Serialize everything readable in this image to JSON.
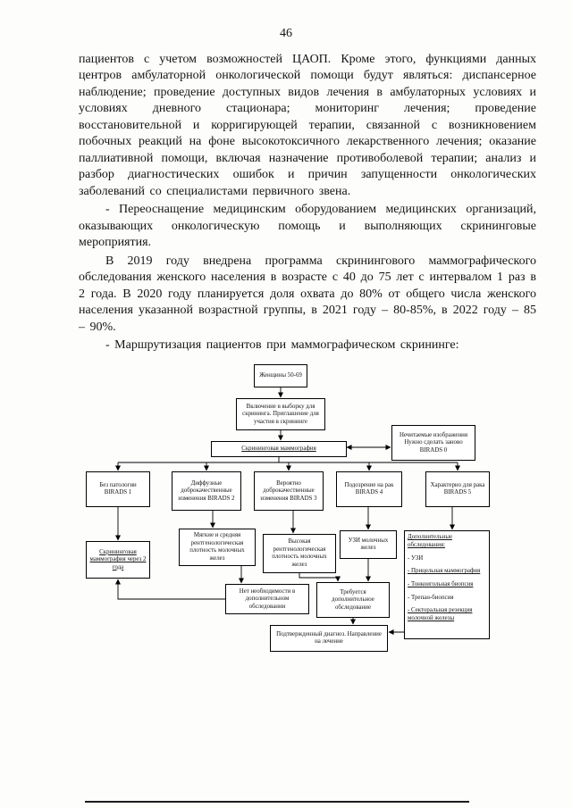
{
  "page": {
    "number": "46"
  },
  "body": {
    "para1": "пациентов с учетом возможностей ЦАОП. Кроме этого, функциями данных центров амбулаторной онкологической помощи будут являться: диспансерное наблюдение; проведение доступных видов лечения в амбулаторных условиях и условиях дневного стационара; мониторинг лечения; проведение восстановительной и корригирующей терапии, связанной с возникновением побочных реакций на фоне высокотоксичного лекарственного лечения; оказание паллиативной помощи, включая назначение противоболевой терапии; анализ и разбор диагностических ошибок и причин запущенности онкологических заболеваний со специалистами первичного звена.",
    "para2": "- Переоснащение медицинским оборудованием медицинских организаций, оказывающих онкологическую помощь и выполняющих скрининговые мероприятия.",
    "para3": "В 2019 году внедрена программа скринингового маммографического обследования женского населения в возрасте с 40 до 75 лет с интервалом 1 раз в 2 года. В 2020 году планируется доля охвата до 80% от общего числа женского населения указанной возрастной группы, в 2021 году – 80-85%, в 2022 году – 85 – 90%.",
    "para4": "- Маршрутизация пациентов при маммографическом скрининге:"
  },
  "flowchart": {
    "nodes": {
      "women": "Женщины 50-69",
      "include": "Включение в выборку для скрининга. Приглашение для участия в скрининге",
      "mammo": "Скрининговая маммография",
      "birads0": "Нечитаемые изображения Нужно сделать заново BIRADS 0",
      "birads1": "Без патологии BIRADS 1",
      "birads2": "Диффузные доброкачественные изменения BIRADS 2",
      "birads3": "Вероятно доброкачественные изменения BIRADS 3",
      "birads4": "Подозрение на рак BIRADS 4",
      "birads5": "Характерно для рака BIRADS 5",
      "screen2": "Скрининговая маммография через 2 года",
      "soft": "Мягкие и средняя рентгенологическая плотность молочных желез",
      "high": "Высокая рентгенологическая плотность молочных желез",
      "uzi": "УЗИ молочных желез",
      "noneed": "Нет необходимости в дополнительном обследовании",
      "need": "Требуется дополнительное обследование",
      "confirmed": "Подтвержденный диагноз. Направление на лечение"
    },
    "additional": {
      "title": "Дополнительные обследования:",
      "items": [
        "- УЗИ",
        "- Прицельная маммография",
        "- Тонкоигольная биопсия",
        "- Трепан-биопсия",
        "- Секторальная резекция молочной железы"
      ]
    }
  }
}
